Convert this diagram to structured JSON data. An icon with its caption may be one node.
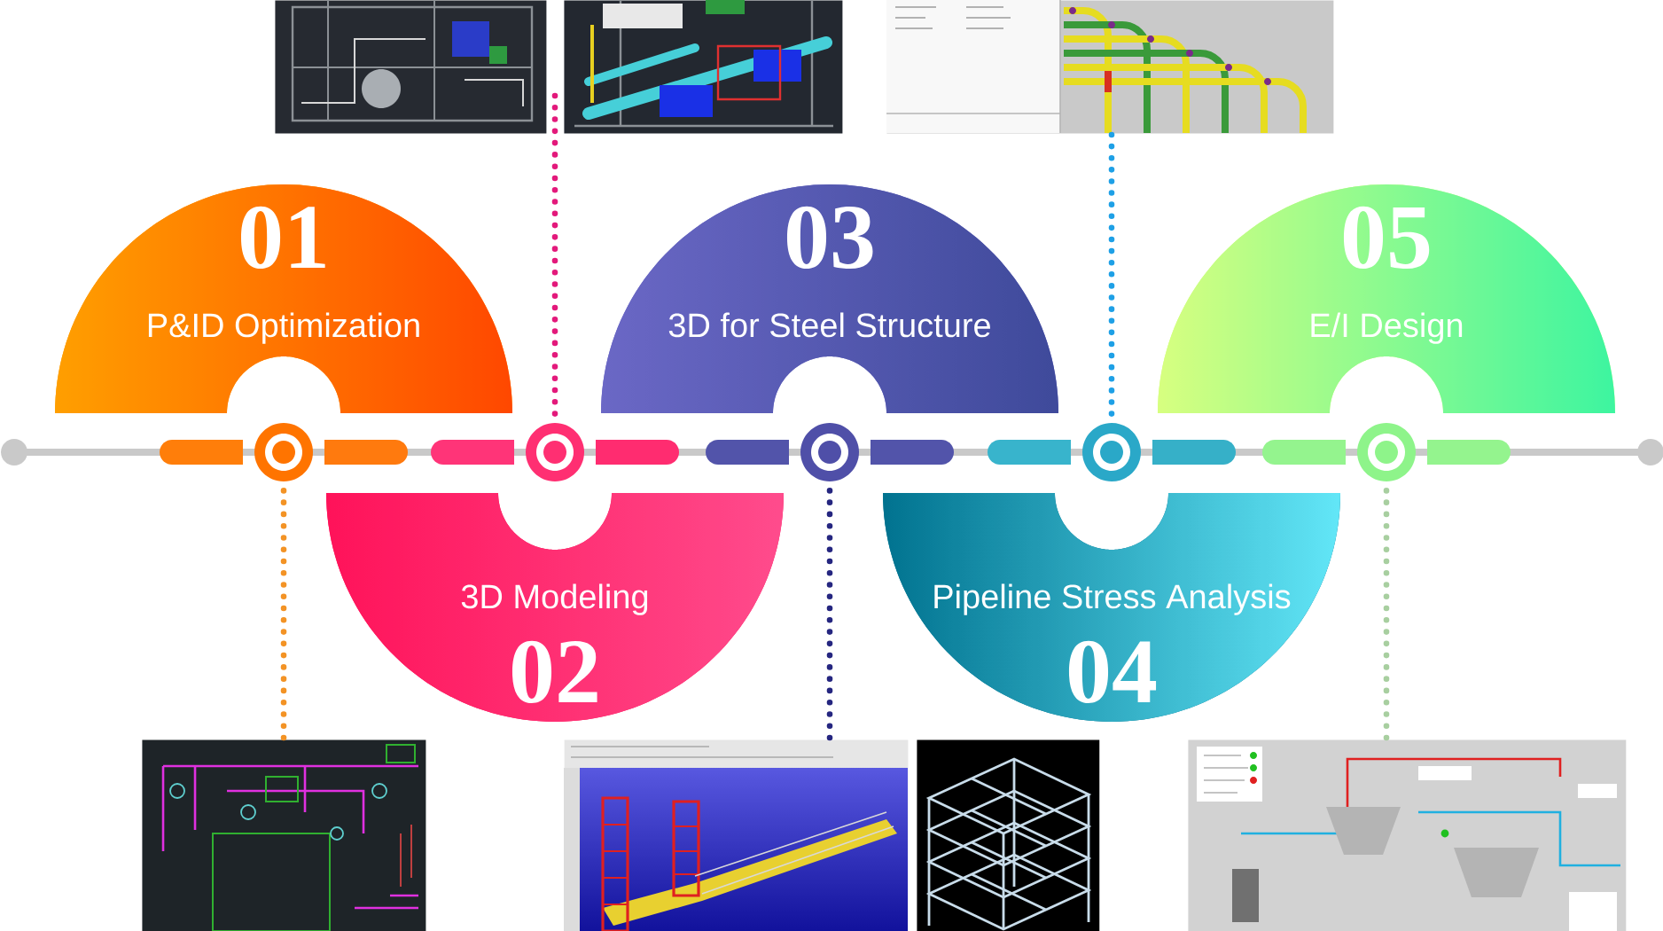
{
  "diagram": {
    "nodes": [
      {
        "text": [],
        "shape": "picture"
      },
      {
        "text": [],
        "shape": "picture"
      },
      {
        "text": [],
        "shape": "picture"
      },
      {
        "text": [
          "01",
          "P&ID Optimization"
        ]
      },
      {
        "text": [
          "3D Modeling",
          "02"
        ]
      },
      {
        "text": [
          "03",
          "3D for Steel Structure"
        ]
      },
      {
        "text": [
          "Pipeline Stress Analysis",
          "04"
        ]
      },
      {
        "text": [
          "05",
          "E/I Design"
        ]
      },
      {
        "text": [],
        "shape": "circle"
      },
      {
        "text": [],
        "shape": "circle"
      },
      {
        "text": [],
        "shape": "circle"
      },
      {
        "text": [],
        "shape": "circle"
      },
      {
        "text": [],
        "shape": "circle"
      },
      {
        "text": [],
        "shape": "picture"
      },
      {
        "text": [],
        "shape": "picture"
      },
      {
        "text": [],
        "shape": "picture"
      },
      {
        "text": [],
        "shape": "picture"
      }
    ],
    "edges": [
      {
        "from": 8,
        "to": 13,
        "arrow": "none",
        "style": "dashed",
        "color": "#f39325"
      },
      {
        "from": 9,
        "to": 0,
        "arrow": "none",
        "style": "dashed",
        "color": "#e3197b"
      },
      {
        "from": 10,
        "to": 14,
        "arrow": "none",
        "style": "dashed",
        "color": "#252680"
      },
      {
        "from": 11,
        "to": 2,
        "arrow": "none",
        "style": "dashed",
        "color": "#1ea0e6"
      },
      {
        "from": 12,
        "to": 16,
        "arrow": "none",
        "style": "dashed",
        "color": "#a8cfa0"
      }
    ]
  }
}
